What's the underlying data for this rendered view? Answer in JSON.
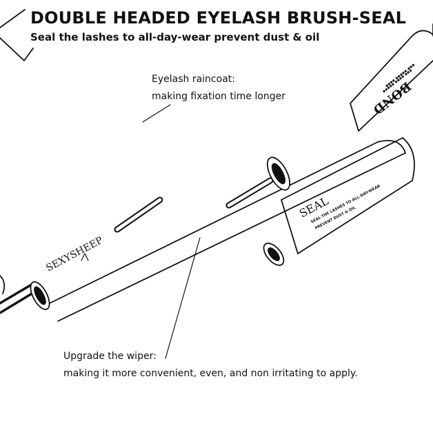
{
  "header": {
    "title": "DOUBLE HEADED EYELASH BRUSH-SEAL",
    "subtitle": "Seal the lashes to all-day-wear prevent dust & oil"
  },
  "callouts": {
    "raincoat": {
      "heading": "Eyelash raincoat:",
      "body": "making fixation time longer"
    },
    "wiper": {
      "heading": "Upgrade the wiper:",
      "body": "making it more convenient, even, and non irritating to apply."
    }
  },
  "product": {
    "brand": "SEXYSHEEP",
    "cap_label": "BOND",
    "tube_label": "SEAL",
    "tube_tagline_line1": "SEAL THE LASHES TO ALL-DAY-WEAR",
    "tube_tagline_line2": "PREVENT DUST & OIL"
  },
  "colors": {
    "ink": "#111111",
    "background": "#ffffff"
  }
}
